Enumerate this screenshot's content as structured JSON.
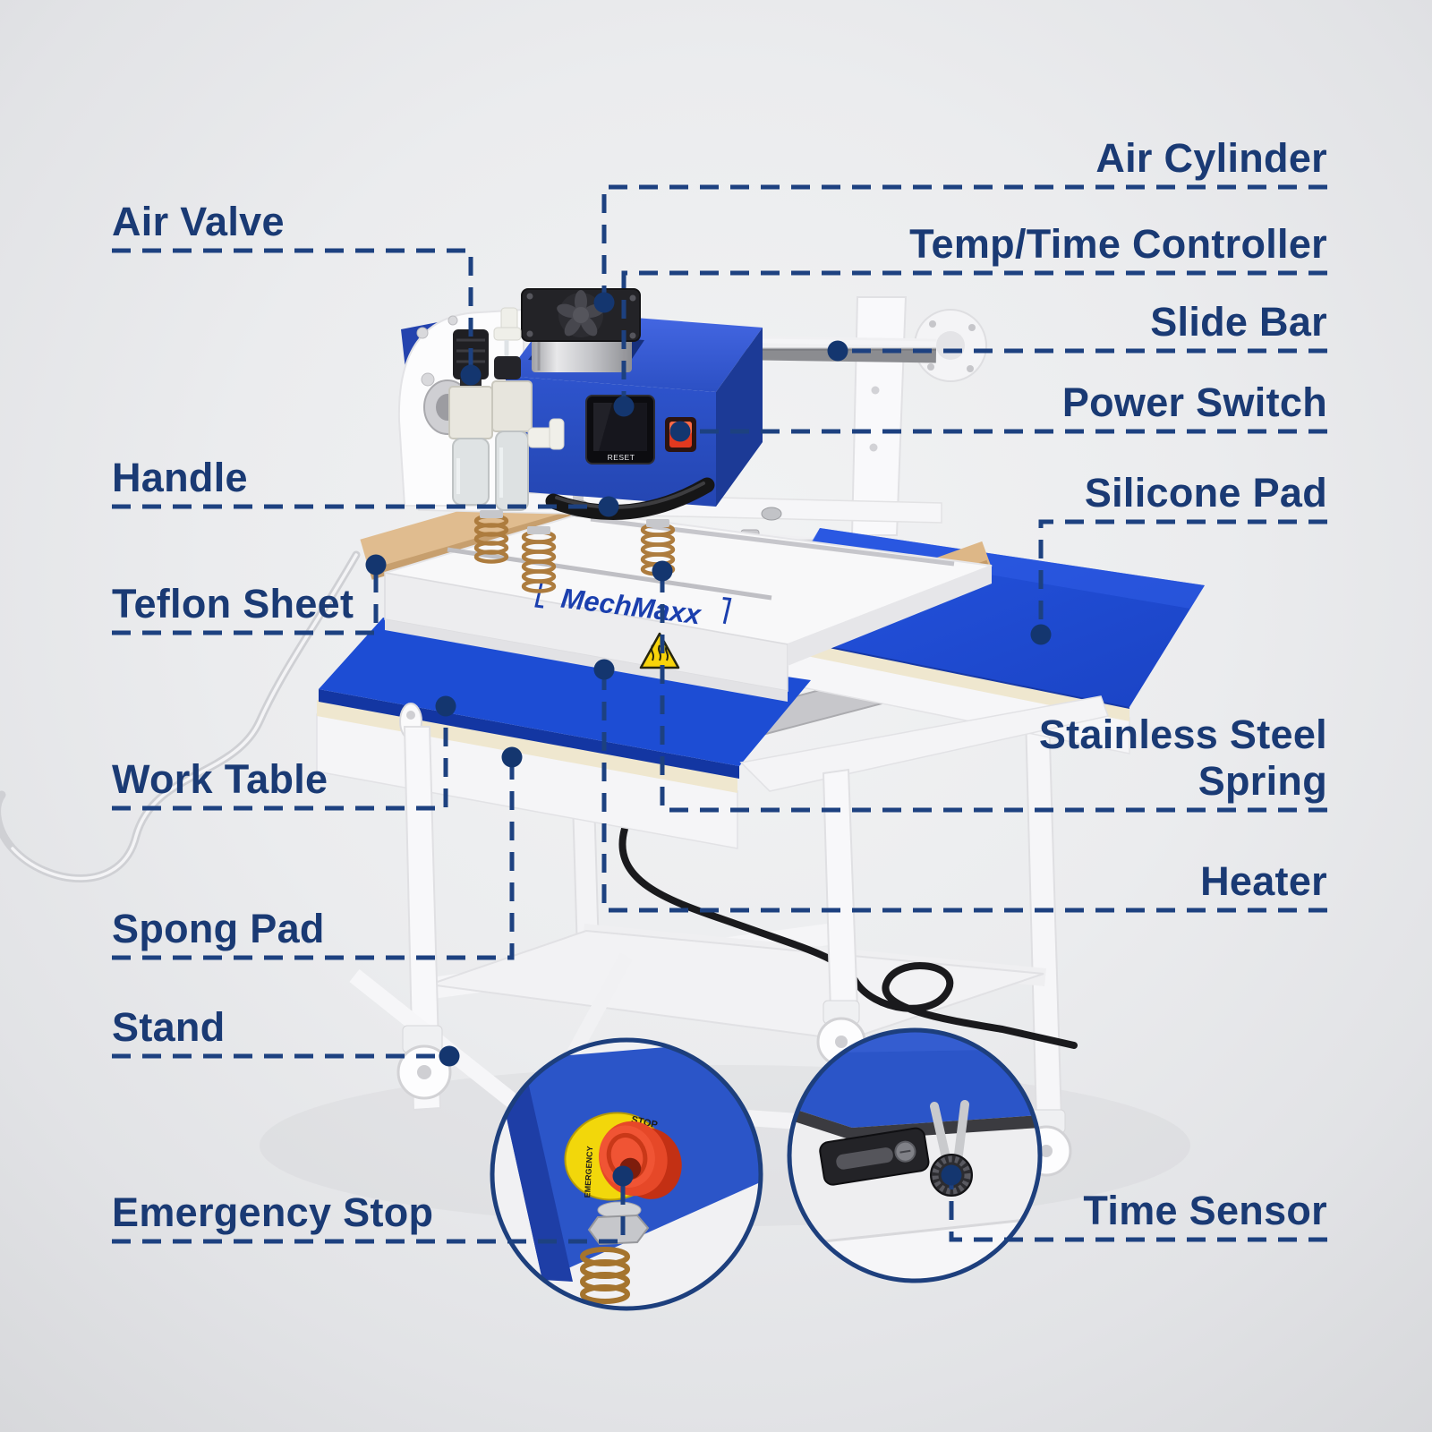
{
  "labels": {
    "left": [
      {
        "id": "air-valve",
        "text": "Air Valve"
      },
      {
        "id": "handle",
        "text": "Handle"
      },
      {
        "id": "teflon-sheet",
        "text": "Teflon Sheet"
      },
      {
        "id": "work-table",
        "text": "Work Table"
      },
      {
        "id": "spong-pad",
        "text": "Spong Pad"
      },
      {
        "id": "stand",
        "text": "Stand"
      },
      {
        "id": "emergency-stop",
        "text": "Emergency Stop"
      }
    ],
    "right": [
      {
        "id": "air-cylinder",
        "text": "Air Cylinder"
      },
      {
        "id": "temp-time-controller",
        "text": "Temp/Time Controller"
      },
      {
        "id": "slide-bar",
        "text": "Slide Bar"
      },
      {
        "id": "power-switch",
        "text": "Power Switch"
      },
      {
        "id": "silicone-pad",
        "text": "Silicone Pad"
      },
      {
        "id": "stainless-steel-spring",
        "text": "Stainless Steel Spring",
        "line1": "Stainless Steel",
        "line2": "Spring"
      },
      {
        "id": "heater",
        "text": "Heater"
      },
      {
        "id": "time-sensor",
        "text": "Time Sensor"
      }
    ]
  },
  "machine": {
    "brand": "MechMaxx",
    "controller_button_label": "RESET",
    "estop_text_stop": "STOP",
    "estop_text_emergency": "EMERGENCY"
  },
  "colors": {
    "label_text": "#1a3a74",
    "leader_line": "#1d4180",
    "machine_blue": "#2b50c6",
    "pad_blue": "#1d4ed8",
    "estop_red": "#e8462a",
    "estop_yellow": "#f5d90c",
    "spring_copper": "#ad7c3e",
    "teflon_tan": "#e0bc8f",
    "background": "#e9eaec"
  }
}
